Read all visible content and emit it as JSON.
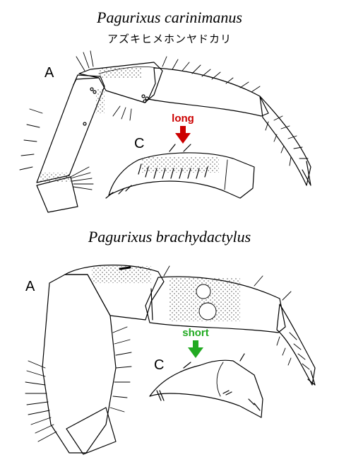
{
  "species": [
    {
      "name": "Pagurixus carinimanus",
      "japanese_name": "アズキヒメホンヤドカリ",
      "labels": {
        "whole_leg": "A",
        "dactyl": "C"
      },
      "annotation": {
        "text": "long",
        "color": "#cc0000"
      }
    },
    {
      "name": "Pagurixus brachydactylus",
      "japanese_name": "",
      "labels": {
        "whole_leg": "A",
        "dactyl": "C"
      },
      "annotation": {
        "text": "short",
        "color": "#22aa22"
      }
    }
  ]
}
